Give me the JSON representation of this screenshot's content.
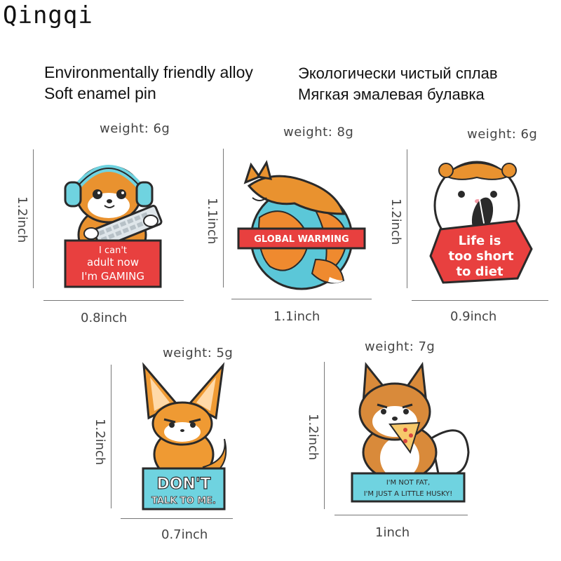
{
  "brand": "Qingqi",
  "headline": {
    "en_line1": "Environmentally friendly alloy",
    "en_line2": "Soft enamel pin",
    "ru_line1": "Экологически чистый сплав",
    "ru_line2": "Мягкая эмалевая булавка"
  },
  "pins": [
    {
      "weight": "weight: 6g",
      "height": "1.2inch",
      "width": "0.8inch",
      "sign": [
        "I can't",
        "adult now",
        "I'm GAMING"
      ]
    },
    {
      "weight": "weight: 8g",
      "height": "1.1inch",
      "width": "1.1inch",
      "sign": [
        "GLOBAL WARMING"
      ]
    },
    {
      "weight": "weight: 6g",
      "height": "1.2inch",
      "width": "0.9inch",
      "sign": [
        "Life is",
        "too short",
        "to diet"
      ]
    },
    {
      "weight": "weight: 5g",
      "height": "1.2inch",
      "width": "0.7inch",
      "sign": [
        "DON'T",
        "TALK TO ME."
      ]
    },
    {
      "weight": "weight: 7g",
      "height": "1.2inch",
      "width": "1inch",
      "sign": [
        "I'M NOT FAT,",
        "I'M JUST A LITTLE HUSKY!"
      ]
    }
  ],
  "colors": {
    "enamel_orange": "#e9922f",
    "sign_red": "#e8403f",
    "sign_blue": "#6fd3e0",
    "outline": "#2a2a2a"
  }
}
